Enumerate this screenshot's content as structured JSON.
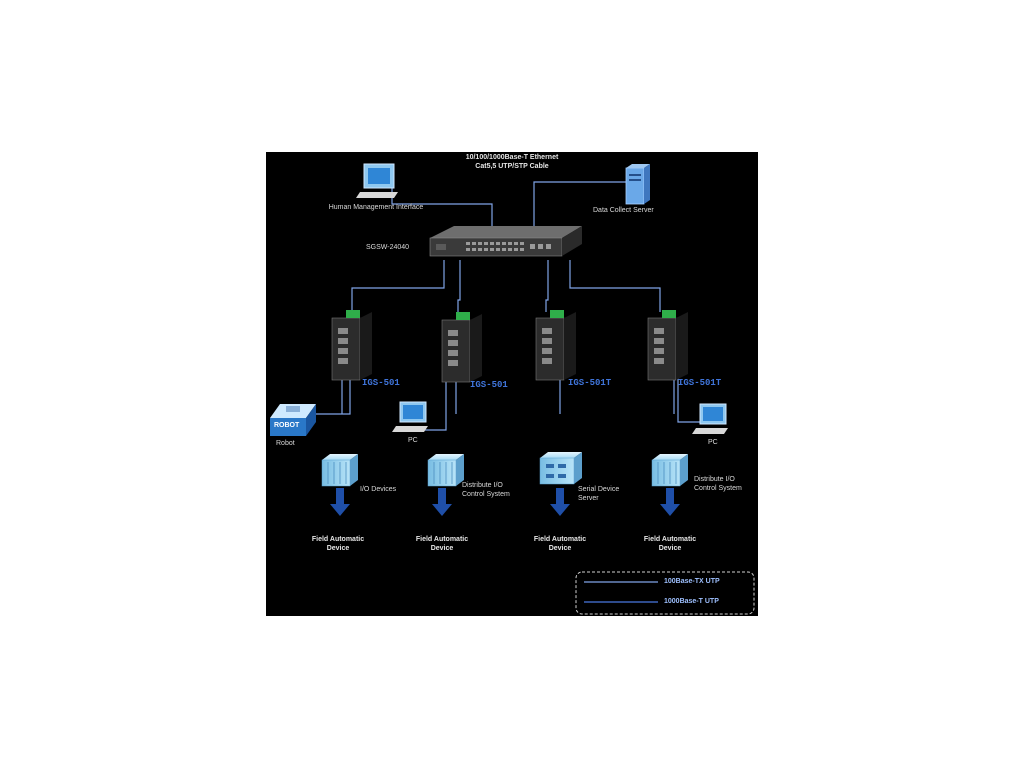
{
  "cable": {
    "line1": "10/100/1000Base-T Ethernet",
    "line2": "Cat5,5 UTP/STP Cable"
  },
  "top": {
    "hmi_label": "Human Management Interface",
    "server_label": "Data Collect Server",
    "core_switch_label": "SGSW-24040"
  },
  "switches": [
    {
      "model": "IGS-501"
    },
    {
      "model": "IGS-501"
    },
    {
      "model": "IGS-501T"
    },
    {
      "model": "IGS-501T"
    }
  ],
  "peripherals": {
    "robot_badge": "ROBOT",
    "robot_label": "Robot",
    "pc1_label": "PC",
    "pc2_label": "PC"
  },
  "devices": {
    "io_devices": "I/O Devices",
    "dist1_line1": "Distribute I/O",
    "dist1_line2": "Control System",
    "serial_line1": "Serial Device",
    "serial_line2": "Server",
    "dist2_line1": "Distribute I/O",
    "dist2_line2": "Control System"
  },
  "fields": [
    {
      "line1": "Field Automatic",
      "line2": "Device"
    },
    {
      "line1": "Field Automatic",
      "line2": "Device"
    },
    {
      "line1": "Field Automatic",
      "line2": "Device"
    },
    {
      "line1": "Field Automatic",
      "line2": "Device"
    }
  ],
  "legend": {
    "tx": "100Base-TX UTP",
    "t": "1000Base-T UTP"
  },
  "colors": {
    "background": "#000000",
    "line": "#7fa3e6",
    "arrow": "#1f4fa8",
    "device_blue": "#9fd4f0",
    "model_text": "#3f74d9"
  }
}
